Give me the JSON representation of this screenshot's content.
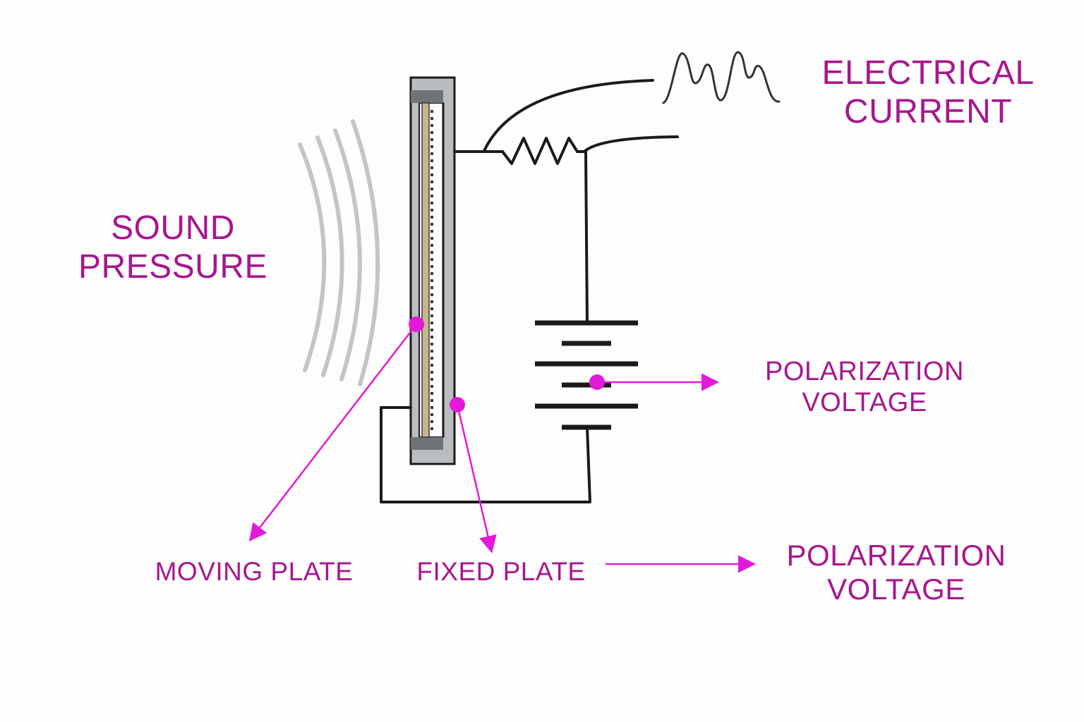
{
  "labels": {
    "sound_pressure": [
      "SOUND",
      "PRESSURE"
    ],
    "electrical_current": [
      "ELECTRICAL",
      "CURRENT"
    ],
    "polarization_voltage_top": [
      "POLARIZATION",
      "VOLTAGE"
    ],
    "polarization_voltage_bottom": [
      "POLARIZATION",
      "VOLTAGE"
    ],
    "moving_plate": "MOVING PLATE",
    "fixed_plate": "FIXED PLATE"
  },
  "colors": {
    "label": "#a8168e",
    "annotation": "#e21ad8",
    "wire": "#1a1a1a",
    "sound_wave": "#c4c4c0",
    "plate_frame": "#b9bcc0",
    "plate_frame_dark": "#6f7378"
  }
}
